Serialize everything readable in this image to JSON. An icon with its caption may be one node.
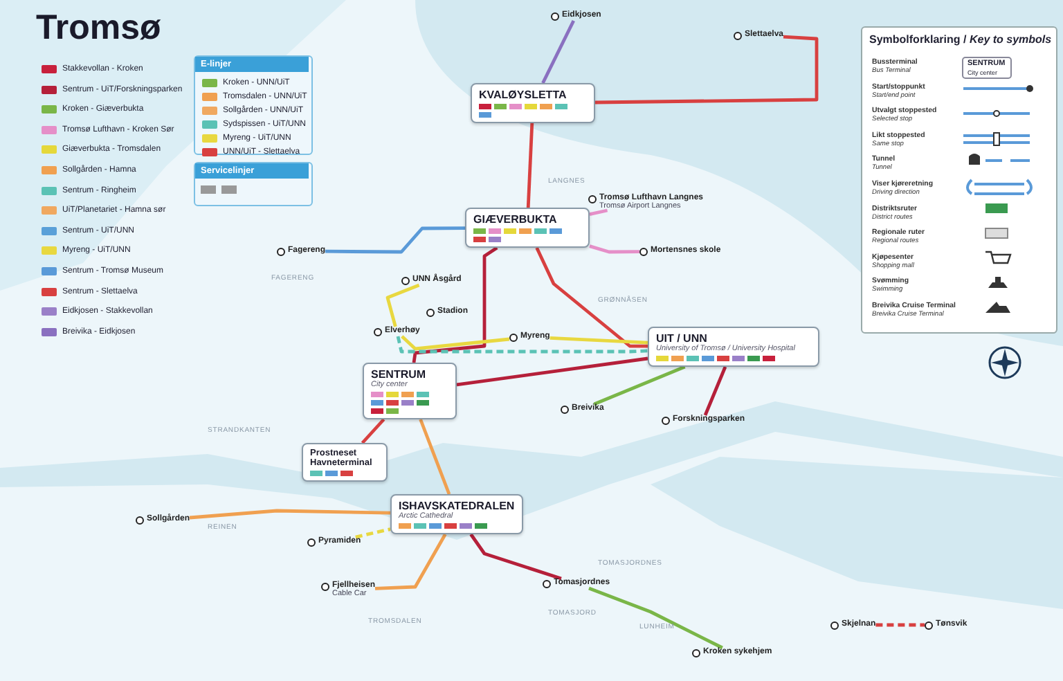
{
  "diagram": {
    "title": "Tromsø",
    "nodes": [
      {
        "text": [
          "KVALØYSLETTA"
        ]
      },
      {
        "text": [
          "GIÆVERBUKTA"
        ]
      },
      {
        "text": [
          "SENTRUM",
          "City center"
        ]
      },
      {
        "text": [
          "UIT / UNN",
          "University of Tromsø / University Hospital"
        ]
      },
      {
        "text": [
          "ISHAVSKATEDRALEN",
          "Arctic Cathedral"
        ]
      },
      {
        "text": [
          "Prostneset Havneterminal"
        ]
      },
      {
        "text": [
          "Eidkjosen"
        ]
      },
      {
        "text": [
          "Slettaelva"
        ]
      },
      {
        "text": [
          "Tromsø Lufthavn Langnes",
          "Tromsø Airport Langnes"
        ]
      },
      {
        "text": [
          "Fagereng"
        ]
      },
      {
        "text": [
          "UNN Åsgård"
        ]
      },
      {
        "text": [
          "Elverhøy"
        ]
      },
      {
        "text": [
          "Stadion"
        ]
      },
      {
        "text": [
          "Myreng"
        ]
      },
      {
        "text": [
          "Mortensnes skole"
        ]
      },
      {
        "text": [
          "Breivika"
        ]
      },
      {
        "text": [
          "Forskningsparken"
        ]
      },
      {
        "text": [
          "Sollgården"
        ]
      },
      {
        "text": [
          "Pyramiden"
        ]
      },
      {
        "text": [
          "Fjellheisen",
          "Cable Car"
        ]
      },
      {
        "text": [
          "Tomasjordnes"
        ]
      },
      {
        "text": [
          "Kroken sykehjem"
        ]
      },
      {
        "text": [
          "Skjelnan"
        ]
      },
      {
        "text": [
          "Tønsvik"
        ]
      }
    ],
    "edges": [
      {
        "from": 6,
        "to": 0,
        "arrow": "none",
        "color": "#8a70c0"
      },
      {
        "from": 7,
        "to": 0,
        "arrow": "none"
      },
      {
        "from": 0,
        "to": 1,
        "arrow": "none"
      },
      {
        "from": 1,
        "to": 8,
        "arrow": "none",
        "color": "#e58fc8"
      },
      {
        "from": 9,
        "to": 1,
        "arrow": "none",
        "color": "#5a9ad8"
      },
      {
        "from": 1,
        "to": 3,
        "arrow": "none"
      },
      {
        "from": 1,
        "to": 2,
        "arrow": "none",
        "color": "#b5203a"
      },
      {
        "from": 1,
        "to": 14,
        "arrow": "none",
        "color": "#e58fc8"
      },
      {
        "from": 10,
        "to": 11,
        "arrow": "none",
        "color": "#e8d840"
      },
      {
        "from": 11,
        "to": 13,
        "arrow": "none",
        "color": "#e8d840"
      },
      {
        "from": 13,
        "to": 3,
        "arrow": "none",
        "color": "#e8d840"
      },
      {
        "from": 2,
        "to": 3,
        "arrow": "none",
        "color": "#b5203a"
      },
      {
        "from": 2,
        "to": 5,
        "arrow": "none"
      },
      {
        "from": 2,
        "to": 4,
        "arrow": "none",
        "color": "#f0a050"
      },
      {
        "from": 3,
        "to": 15,
        "arrow": "none",
        "color": "#7ab648"
      },
      {
        "from": 3,
        "to": 16,
        "arrow": "none",
        "color": "#b5203a"
      },
      {
        "from": 17,
        "to": 4,
        "arrow": "none",
        "color": "#f0a050"
      },
      {
        "from": 18,
        "to": 4,
        "arrow": "none",
        "style": "dashed",
        "color": "#e8d840"
      },
      {
        "from": 19,
        "to": 4,
        "arrow": "none",
        "color": "#f0a050"
      },
      {
        "from": 4,
        "to": 20,
        "arrow": "none",
        "color": "#b5203a"
      },
      {
        "from": 20,
        "to": 21,
        "arrow": "none",
        "color": "#7ab648"
      },
      {
        "from": 22,
        "to": 23,
        "arrow": "none",
        "style": "dashed"
      },
      {
        "from": 11,
        "to": 3,
        "arrow": "none",
        "style": "dashed",
        "color": "#5bc2b5"
      }
    ],
    "labels": [
      "E-linjer",
      "Servicelinjer",
      "Symbolforklaring / *Key to symbols*",
      "Bussterminal",
      "Bus Terminal",
      "Start/stoppunkt",
      "Start/end point",
      "Utvalgt stoppested",
      "Selected stop",
      "Likt stoppested",
      "Same stop",
      "Tunnel",
      "Tunnel",
      "Viser kjøreretning",
      "Driving direction",
      "Distriktsruter",
      "District routes",
      "Regionale ruter",
      "Regional routes",
      "Kjøpesenter",
      "Shopping mall",
      "Svømming",
      "Swimming",
      "Breivika Cruise Terminal",
      "Breivika Cruise Terminal",
      "SENTRUM",
      "City center",
      "LANGNES",
      "FAGERENG",
      "GRØNNÅSEN",
      "STRANDKANTEN",
      "REINEN",
      "TROMSDALEN",
      "TOMASJORDNES",
      "TOMASJORD",
      "LUNHEIM"
    ],
    "legend": [
      {
        "text": "Stakkevollan - Kroken",
        "color": "#c8203c"
      },
      {
        "text": "Sentrum - UiT/Forskningsparken",
        "color": "#b5203a"
      },
      {
        "text": "Kroken - Giæverbukta",
        "color": "#7ab648"
      },
      {
        "text": "Tromsø Lufthavn - Kroken Sør",
        "color": "#e58fc8"
      },
      {
        "text": "Giæverbukta - Tromsdalen",
        "color": "#e5d83a"
      },
      {
        "text": "Sollgården - Hamna",
        "color": "#f0a050"
      },
      {
        "text": "Sentrum - Ringheim",
        "color": "#5bc2b5"
      },
      {
        "text": "UiT/Planetariet - Hamna sør",
        "color": "#f0a860"
      },
      {
        "text": "Sentrum - UiT/UNN",
        "color": "#5aa0d8"
      },
      {
        "text": "Myreng - UiT/UNN",
        "color": "#e8d840"
      },
      {
        "text": "Sentrum - Tromsø Museum",
        "color": "#5a9ad8"
      },
      {
        "text": "Sentrum - Slettaelva",
        "color": "#d84040"
      },
      {
        "text": "Eidkjosen - Stakkevollan",
        "color": "#9a80c8"
      },
      {
        "text": "Breivika - Eidkjosen",
        "color": "#8a70c0"
      },
      {
        "text": "Kroken - UNN/UiT",
        "color": "#7ab648"
      },
      {
        "text": "Tromsdalen - UNN/UiT",
        "color": "#f0a050"
      },
      {
        "text": "Sollgården - UNN/UiT",
        "color": "#f0a860"
      },
      {
        "text": "Sydspissen - UiT/UNN",
        "color": "#5bc2b5"
      },
      {
        "text": "Myreng - UiT/UNN",
        "color": "#e8d840"
      },
      {
        "text": "UNN/UiT - Slettaelva",
        "color": "#d84040"
      }
    ]
  }
}
